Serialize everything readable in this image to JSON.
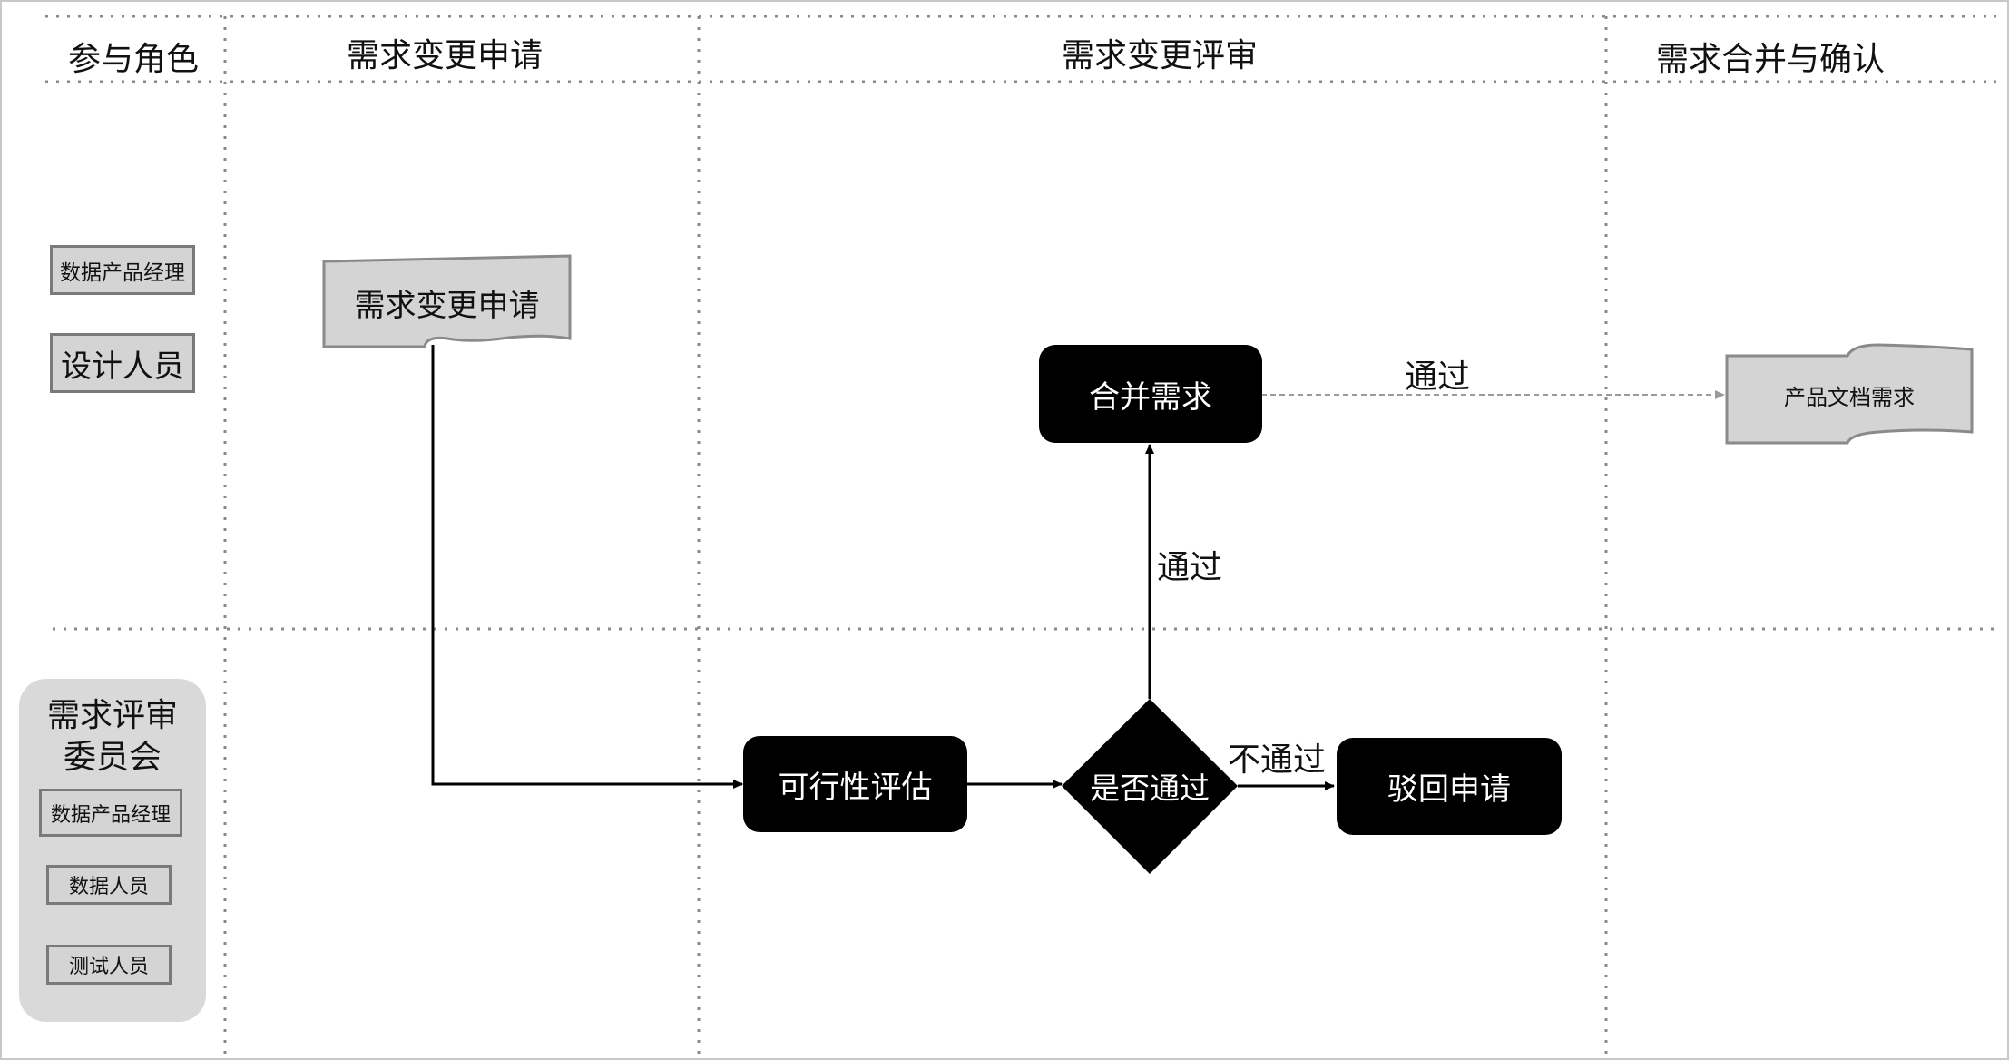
{
  "columns": {
    "roles": "参与角色",
    "apply": "需求变更申请",
    "review": "需求变更评审",
    "merge": "需求合并与确认"
  },
  "roles_top": {
    "data_pm": "数据产品经理",
    "designer": "设计人员"
  },
  "committee": {
    "title_line1": "需求评审",
    "title_line2": "委员会",
    "members": [
      "数据产品经理",
      "数据人员",
      "测试人员"
    ]
  },
  "nodes": {
    "apply_doc": "需求变更申请",
    "feasibility": "可行性评估",
    "decision": "是否通过",
    "reject": "驳回申请",
    "merge": "合并需求",
    "product_doc": "产品文档需求"
  },
  "edges": {
    "pass_up": "通过",
    "fail": "不通过",
    "pass_right": "通过"
  }
}
